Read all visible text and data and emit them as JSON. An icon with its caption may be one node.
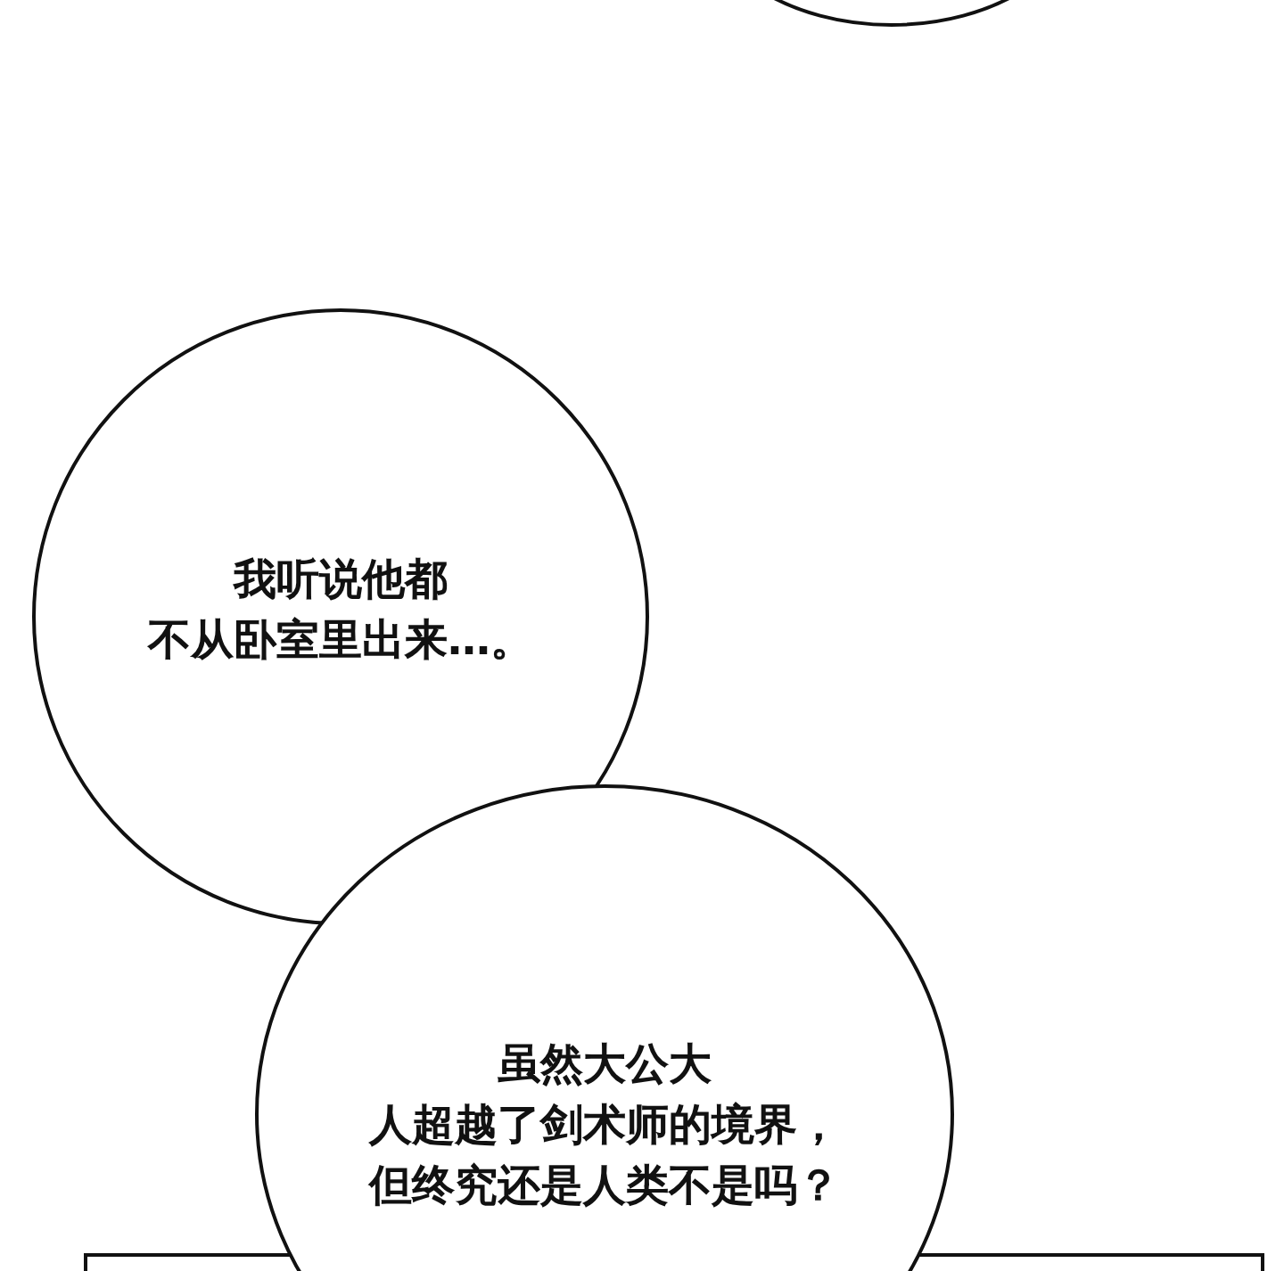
{
  "diagram": {
    "nodes": [
      {
        "text": [],
        "shape": "circle"
      },
      {
        "text": [
          "我听说他都不从卧室里出来…。"
        ]
      },
      {
        "text": [
          "虽然大公大人超越了剑术师的境界，但终究还是人类不是吗？"
        ]
      }
    ]
  }
}
